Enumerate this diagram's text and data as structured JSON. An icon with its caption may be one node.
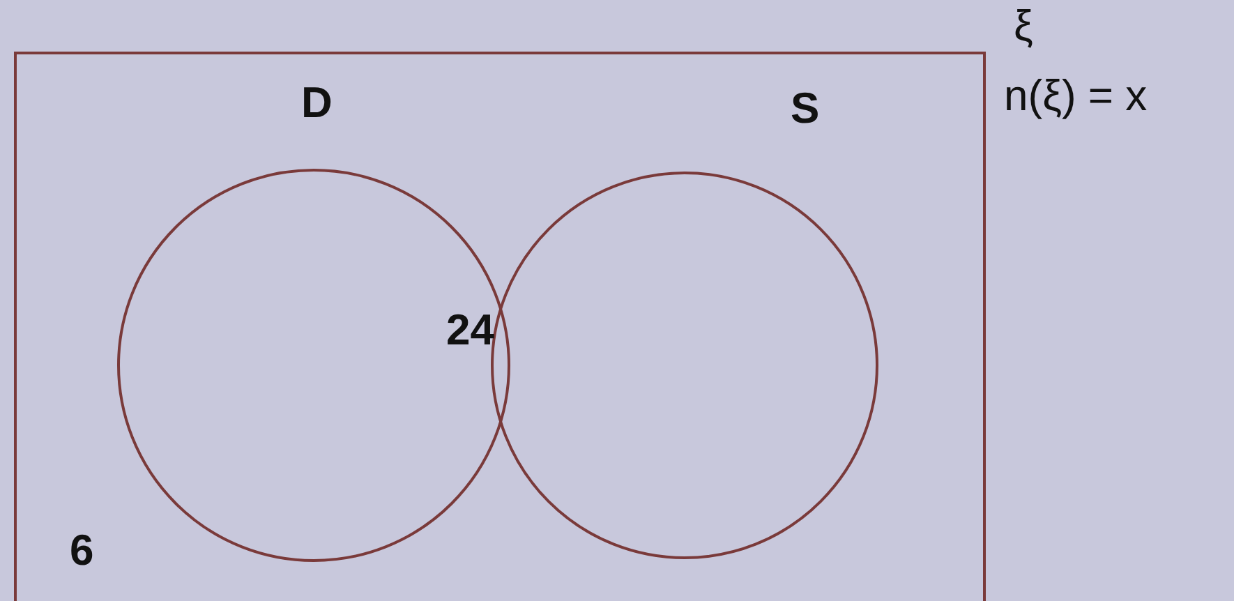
{
  "diagram": {
    "nodes": [
      {
        "text": [],
        "shape": "box",
        "beside": [
          "ξ",
          "n(ξ) = x"
        ]
      },
      {
        "text": [
          "D"
        ],
        "in": 0
      },
      {
        "text": [
          "S"
        ],
        "in": 0
      }
    ],
    "labels": [
      "24",
      "6"
    ]
  }
}
